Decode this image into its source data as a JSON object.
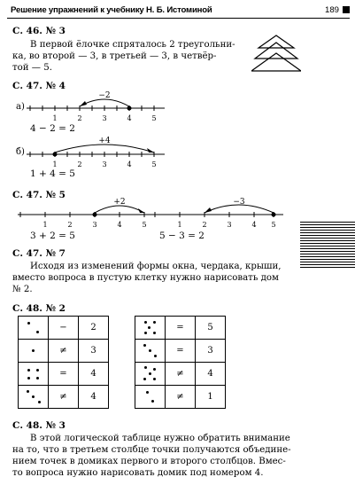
{
  "header": {
    "title": "Решение упражнений к учебнику Н. Б. Истоминой",
    "page_number": "189"
  },
  "sections": [
    {
      "heading": "С. 46. № 3",
      "lines": [
        "В первой ёлочке спряталось 2 треугольни-",
        "ка, во второй — 3, в третьей — 3, в четвёр-",
        "той — 5."
      ]
    },
    {
      "heading": "С. 47. № 4",
      "part_a_label": "а)",
      "part_a_jump": "−2",
      "part_a_equation": "4 − 2 = 2",
      "part_b_label": "б)",
      "part_b_jump": "+4",
      "part_b_equation": "1 + 4 = 5"
    },
    {
      "heading": "С. 47. № 5",
      "left_jump": "+2",
      "left_equation": "3 + 2 = 5",
      "right_jump": "−3",
      "right_equation": "5 − 3 = 2"
    },
    {
      "heading": "С. 47. № 7",
      "lines": [
        "Исходя из изменений формы окна, чердака, крыши,",
        "вместо вопроса в пустую клетку нужно нарисовать дом",
        "№ 2."
      ]
    },
    {
      "heading": "С. 48. № 2",
      "left_table": [
        {
          "dots": 2,
          "sign": "−",
          "value": "2"
        },
        {
          "dots": 1,
          "sign": "≠",
          "value": "3"
        },
        {
          "dots": 4,
          "sign": "=",
          "value": "4"
        },
        {
          "dots": 3,
          "sign": "≠",
          "value": "4"
        }
      ],
      "right_table": [
        {
          "dots": 5,
          "sign": "=",
          "value": "5"
        },
        {
          "dots": 3,
          "sign": "=",
          "value": "3"
        },
        {
          "dots": 5,
          "sign": "≠",
          "value": "4"
        },
        {
          "dots": 2,
          "sign": "≠",
          "value": "1"
        }
      ]
    },
    {
      "heading": "С. 48. № 3",
      "lines": [
        "В этой логической таблице нужно обратить внимание",
        "на то, что в третьем столбце точки получаются объедине-",
        "нием точек в домиках первого и второго столбцов. Вмес-",
        "то вопроса нужно нарисовать домик под номером 4."
      ]
    }
  ],
  "number_line_ticks": {
    "line_a": [
      "1",
      "2",
      "3",
      "4",
      "5"
    ],
    "line_b": [
      "1",
      "2",
      "3",
      "4",
      "5"
    ],
    "line_5_left": [
      "1",
      "2",
      "3",
      "4",
      "5"
    ],
    "line_5_right": [
      "1",
      "2",
      "3",
      "4",
      "5"
    ]
  }
}
